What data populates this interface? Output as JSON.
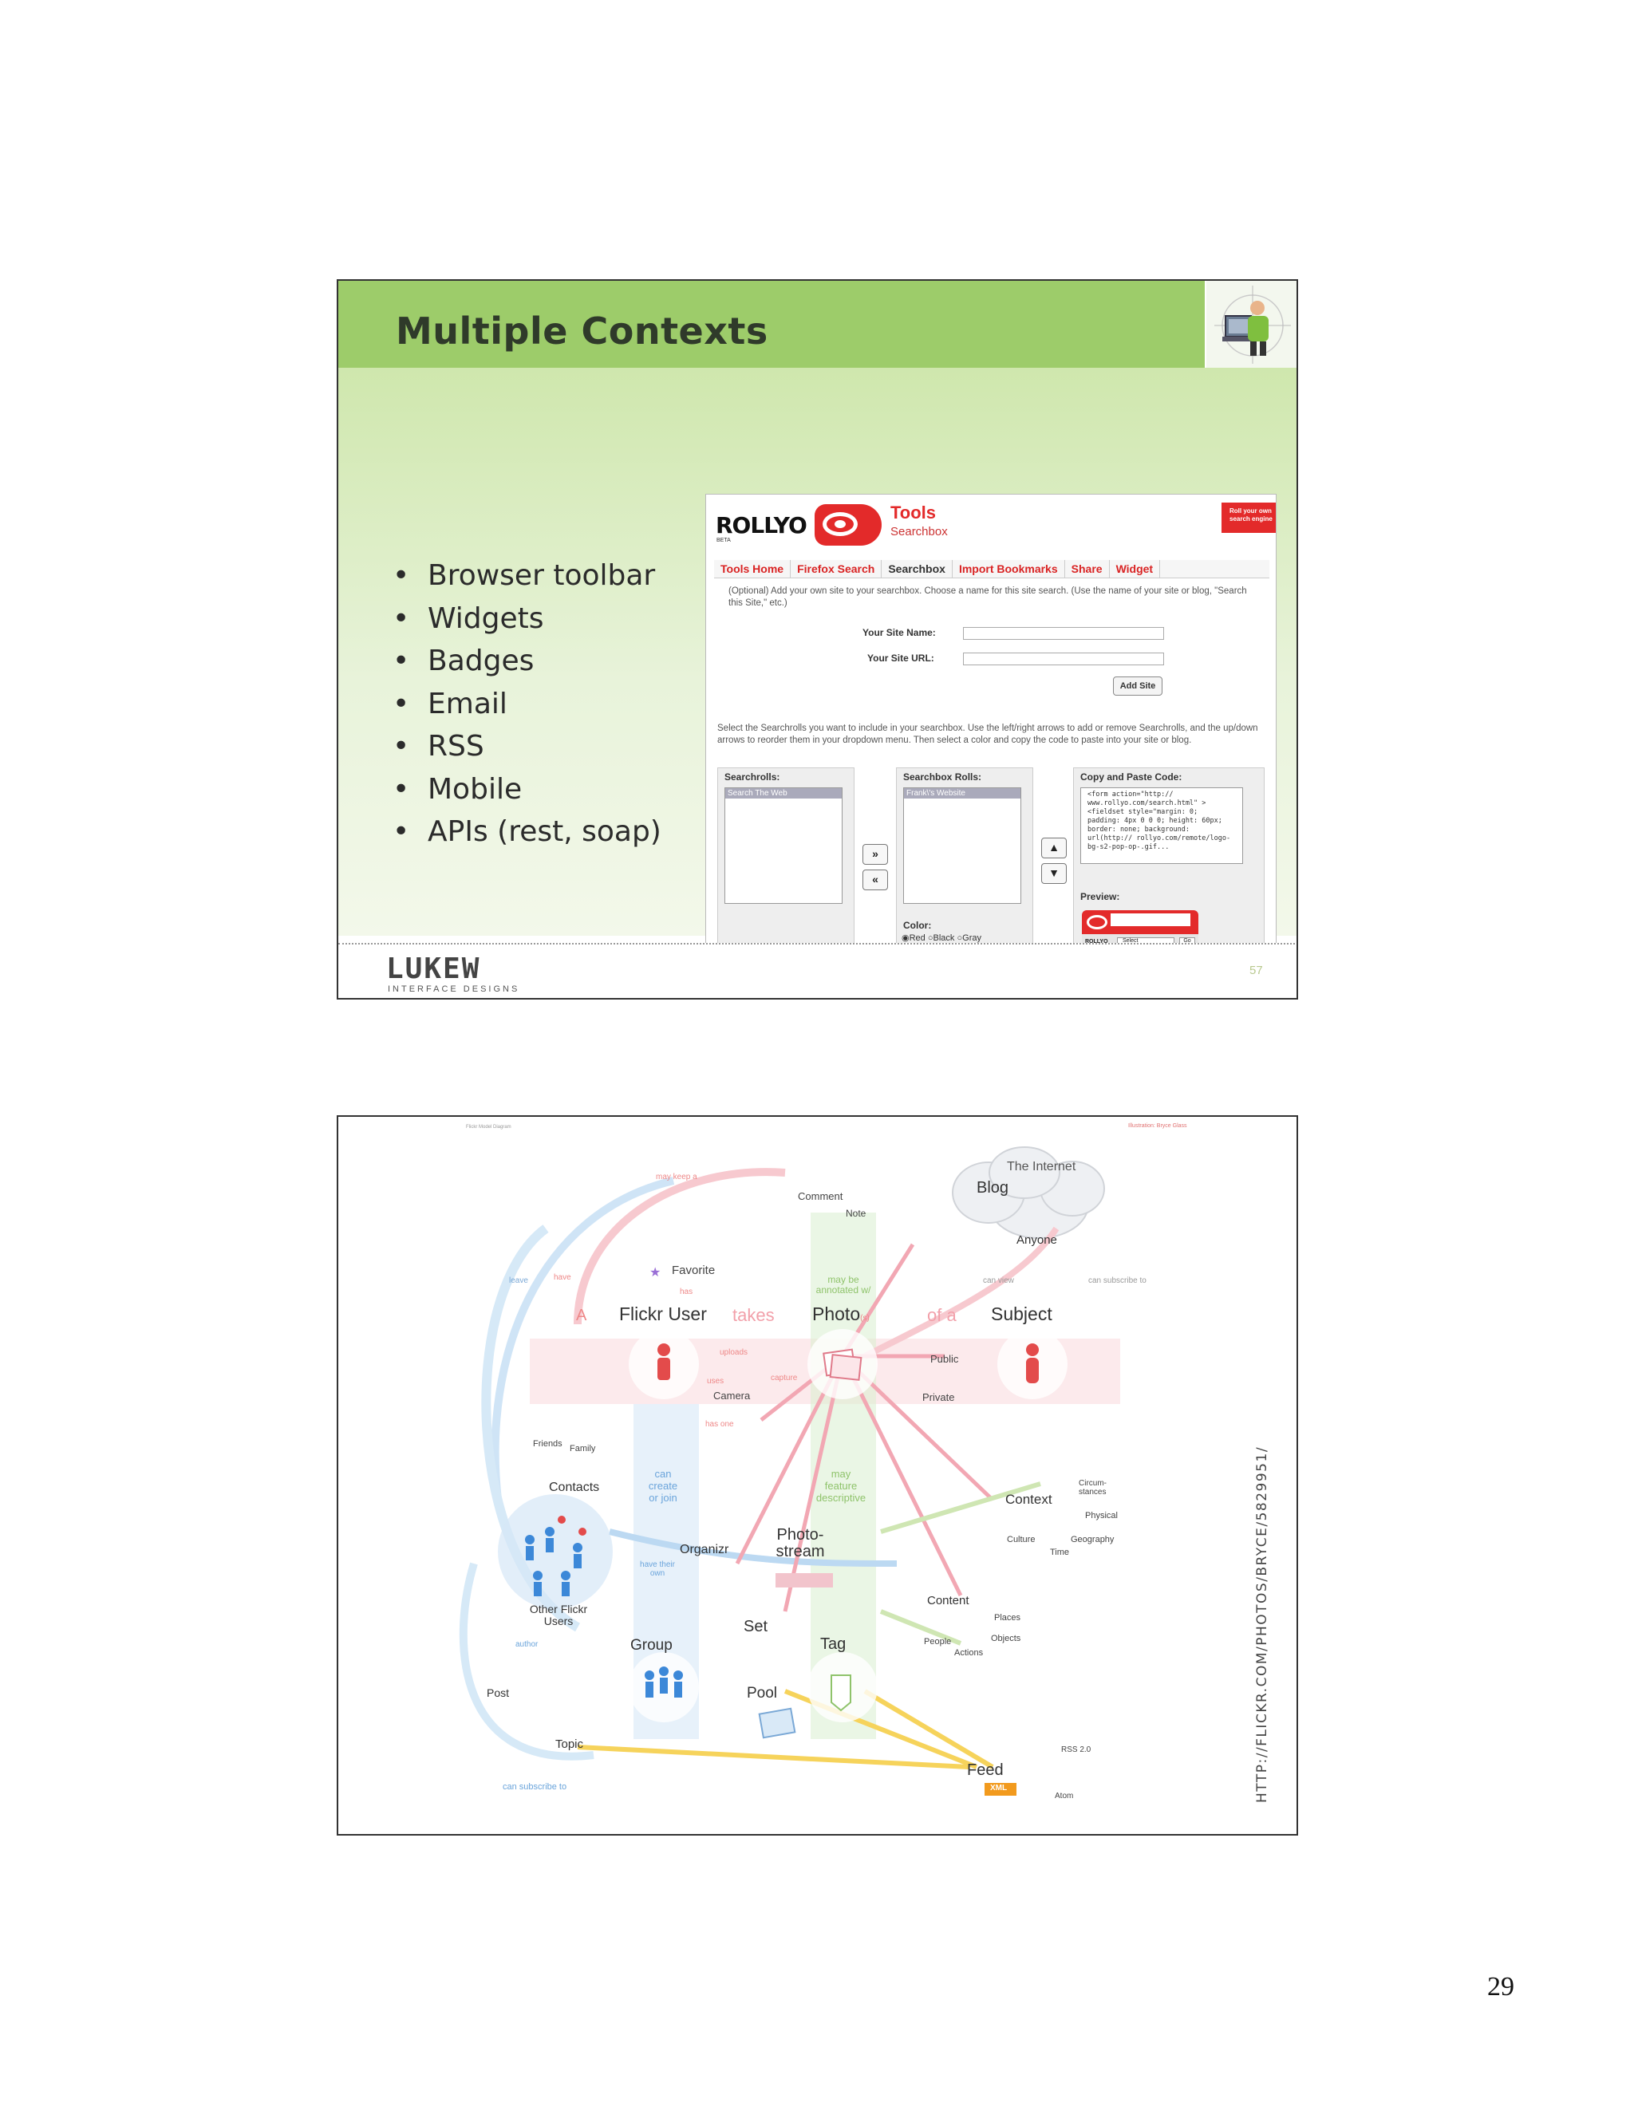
{
  "slide1": {
    "title": "Multiple Contexts",
    "bullets": [
      "Browser toolbar",
      "Widgets",
      "Badges",
      "Email",
      "RSS",
      "Mobile",
      "APIs (rest, soap)"
    ],
    "footer_brand": "LUKEW",
    "footer_brand_sub": "INTERFACE DESIGNS",
    "slide_number": "57",
    "screenshot": {
      "logo": "ROLLYO",
      "beta": "BETA",
      "header_title": "Tools",
      "header_subtitle": "Searchbox",
      "corner_button": "Roll your own search engine",
      "nav": [
        "Tools Home",
        "Firefox Search",
        "Searchbox",
        "Import Bookmarks",
        "Share",
        "Widget"
      ],
      "intro": "(Optional) Add your own site to your searchbox. Choose a name for this site search. (Use the name of your site or blog, \"Search this Site,\" etc.)",
      "site_name_label": "Your Site Name:",
      "site_url_label": "Your Site URL:",
      "add_site_button": "Add Site",
      "instructions": "Select the Searchrolls you want to include in your searchbox. Use the left/right arrows to add or remove Searchrolls, and the up/down arrows to reorder them in your dropdown menu. Then select a color and copy the code to paste into your site or blog.",
      "searchrolls_label": "Searchrolls:",
      "searchrolls_item": "Search The Web",
      "searchbox_rolls_label": "Searchbox Rolls:",
      "searchbox_rolls_item": "Frank\\'s Website",
      "copy_paste_label": "Copy and Paste Code:",
      "code_text": "<form action=\"http:// www.rollyo.com/search.html\" ><fieldset style=\"margin: 0; padding: 4px 0 0 0; height: 60px; border: none; background: url(http:// rollyo.com/remote/logo-bg-s2-pop-op-.gif...",
      "color_label": "Color:",
      "color_options": [
        "Red",
        "Black",
        "Gray"
      ],
      "preview_label": "Preview:",
      "preview_select": "Select",
      "preview_go": "Go",
      "preview_logo": "ROLLYO",
      "add_arrow": "»",
      "remove_arrow": "«",
      "up_arrow": "▲",
      "down_arrow": "▼"
    }
  },
  "slide2": {
    "header_left": "Flickr Model Diagram",
    "header_right": "Illustration: Bryce Glass",
    "credit": "HTTP://FLICKR.COM/PHOTOS/BRYCE/5829951/",
    "nodes": {
      "flickr_user": "Flickr User",
      "photo": "Photo",
      "photo_sup": "(s)",
      "subject": "Subject",
      "a": "A",
      "takes": "takes",
      "of_a": "of a",
      "the_internet": "The Internet",
      "blog": "Blog",
      "anyone": "Anyone",
      "comment": "Comment",
      "note": "Note",
      "favorite": "Favorite",
      "camera": "Camera",
      "public": "Public",
      "private": "Private",
      "contacts": "Contacts",
      "friends": "Friends",
      "family": "Family",
      "other_flickr_users": "Other Flickr Users",
      "organizr": "Organizr",
      "photostream": "Photo-stream",
      "context": "Context",
      "set": "Set",
      "tag": "Tag",
      "group": "Group",
      "pool": "Pool",
      "post": "Post",
      "topic": "Topic",
      "content": "Content",
      "feed": "Feed",
      "xml": "XML",
      "rss": "RSS 2.0",
      "atom": "Atom",
      "places": "Places",
      "objects": "Objects",
      "people": "People",
      "actions": "Actions",
      "circumstances": "Circum-stances",
      "physical": "Physical",
      "culture": "Culture",
      "geography": "Geography",
      "time": "Time"
    },
    "edges": {
      "may_keep_a": "may keep a",
      "leave": "leave",
      "have": "have",
      "has": "has",
      "may_be_annotated": "may be annotated w/",
      "can_view": "can view",
      "can_subscribe_to": "can subscribe to",
      "uploads": "uploads",
      "uses": "uses",
      "capture": "capture",
      "has_one": "has one",
      "can_create_or_join": "can create or join",
      "may_feature_descriptive": "may feature descriptive",
      "have_their_own": "have their own",
      "author": "author",
      "can_subscribe_to_2": "can subscribe to"
    }
  },
  "page_number": "29"
}
